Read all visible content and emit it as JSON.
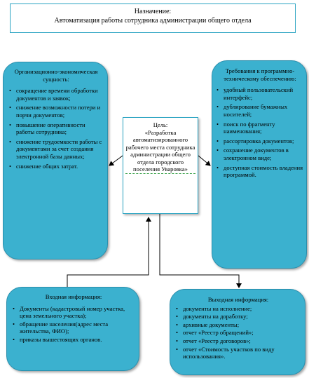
{
  "purpose": {
    "title": "Назначение:",
    "text": "Автоматизация работы сотрудника администрации общего отдела"
  },
  "goal": {
    "label": "Цель:",
    "text": "«Разработка автоматизированного рабочего места сотрудника администрации общего отдела городского поселения Уваровка»"
  },
  "organizational": {
    "title": "Организационно-экономическая сущность:",
    "items": [
      "сокращение времени обработки документов и заявок;",
      "снижение возможности потери и порчи документов;",
      "повышение оперативности работы сотрудника;",
      "снижение трудоемкости работы с документами за счет создания электронной базы данных;",
      "снижение общих затрат."
    ]
  },
  "requirements": {
    "title": "Требования к программно-техническому обеспечению:",
    "items": [
      "удобный пользовательский интерфейс;",
      "дублирование бумажных носителей;",
      "поиск по фрагменту наименования;",
      "рассортировка документов;",
      "сохранение документов в электронном виде;",
      "доступная стоимость владения программой."
    ]
  },
  "input": {
    "title": "Входная информация:",
    "items": [
      "Документы (кадастровый номер участка, цена земельного участка);",
      "обращение населения(адрес места жительства, ФИО);",
      "приказы вышестоящих органов."
    ]
  },
  "output": {
    "title": "Выходная информация:",
    "items": [
      "документы на исполнение;",
      "документы на доработку;",
      "архивные документы;",
      "отчет «Реестр обращений»;",
      "отчет «Реестр договоров»;",
      "отчет «Стоимость участков по виду использования»."
    ]
  },
  "colors": {
    "box_fill": "#3bb1cf",
    "box_border": "#2a8fad",
    "frame_border": "#2aa4c2"
  }
}
